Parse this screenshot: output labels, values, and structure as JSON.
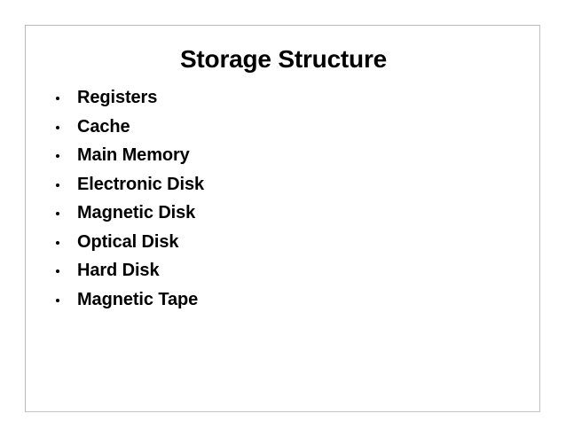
{
  "slide": {
    "title": "Storage Structure",
    "bullet_marker": "bullet-dot",
    "bullets": [
      {
        "label": "Registers"
      },
      {
        "label": "Cache"
      },
      {
        "label": "Main Memory"
      },
      {
        "label": "Electronic Disk"
      },
      {
        "label": "Magnetic Disk"
      },
      {
        "label": "Optical Disk"
      },
      {
        "label": "Hard Disk"
      },
      {
        "label": "Magnetic Tape"
      }
    ],
    "colors": {
      "background": "#ffffff",
      "text": "#000000",
      "frame_border": "#b9b9b9"
    }
  }
}
